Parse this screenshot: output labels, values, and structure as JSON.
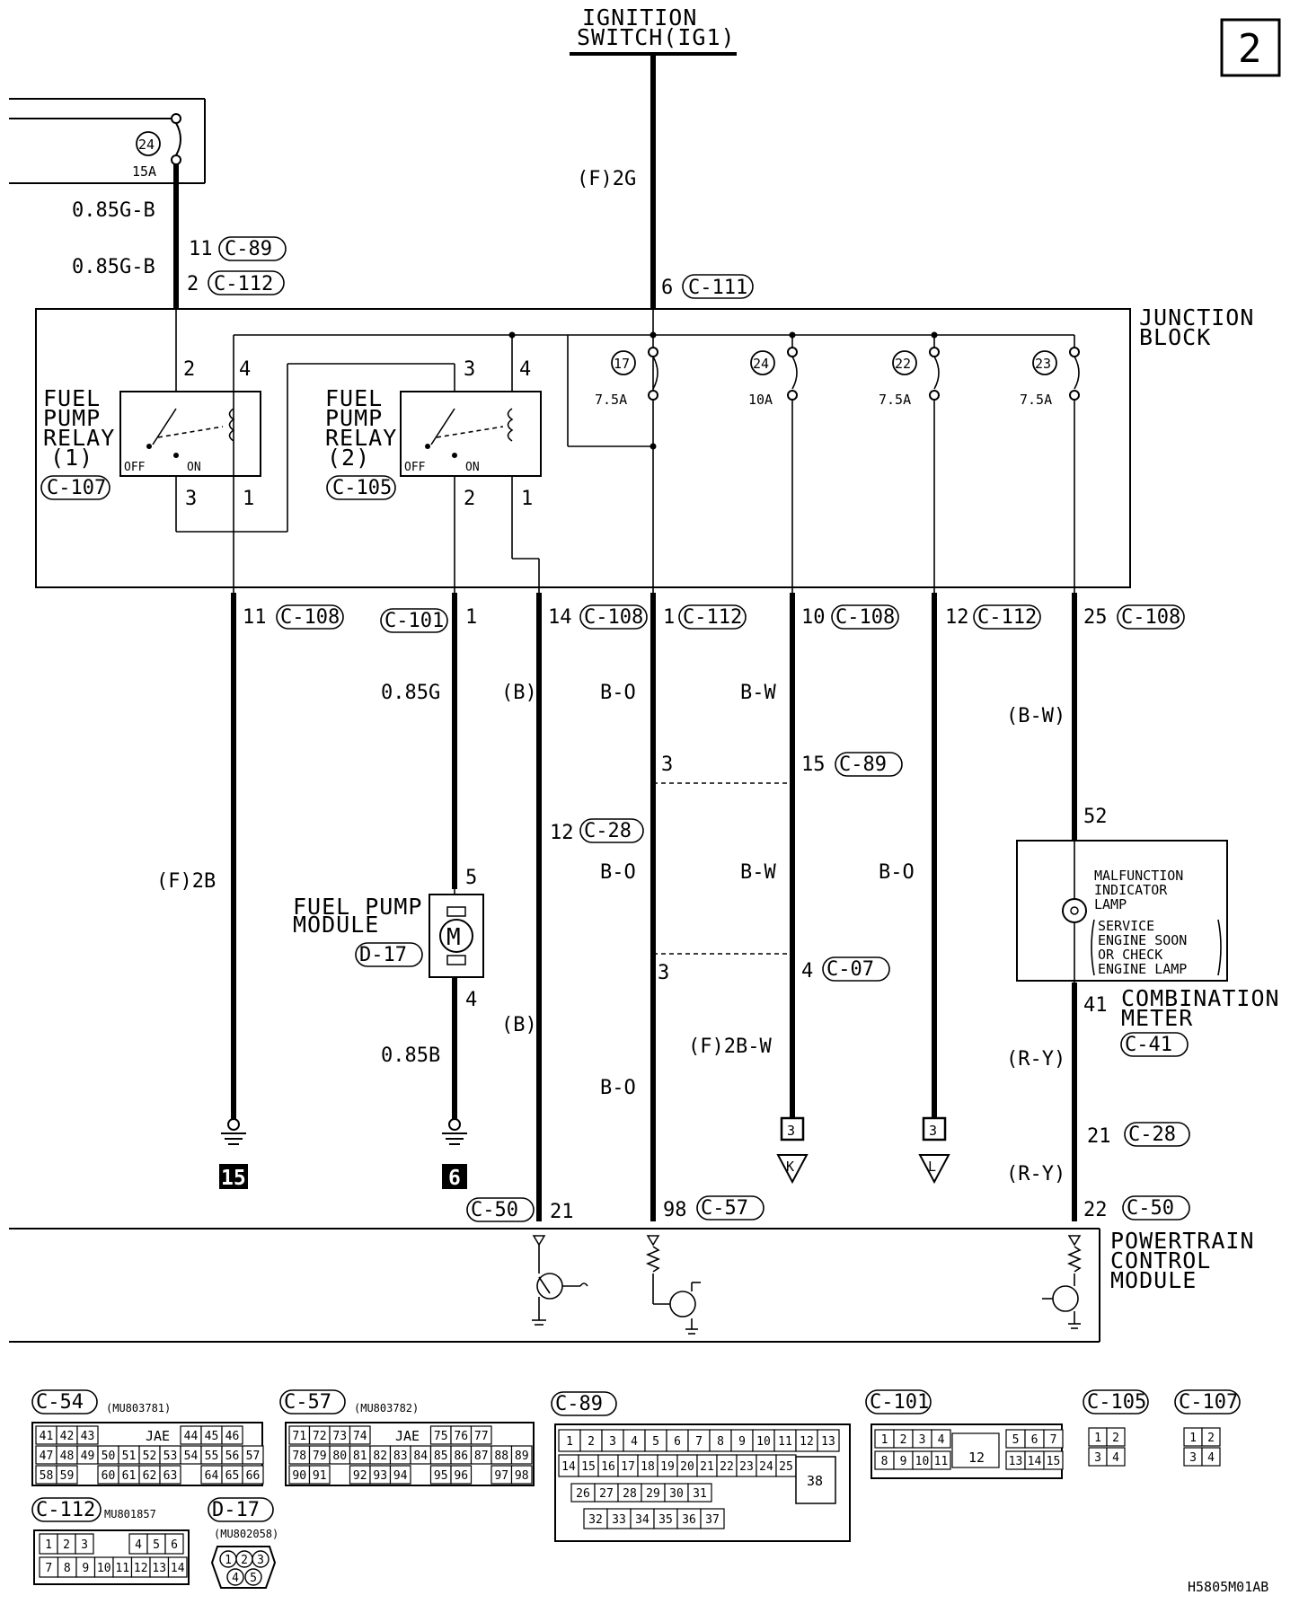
{
  "page_number": "2",
  "ignition": {
    "line1": "IGNITION",
    "line2": "SWITCH(IG1)",
    "wire": "(F)2G",
    "pin": "6",
    "conn": "C-111"
  },
  "top_fuse": {
    "num": "24",
    "rating": "15A",
    "wire1": "0.85G-B",
    "wire2": "0.85G-B",
    "pin1": "11",
    "conn1": "C-89",
    "pin2": "2",
    "conn2": "C-112"
  },
  "junction_block": {
    "line1": "JUNCTION",
    "line2": "BLOCK"
  },
  "relay1": {
    "l1": "FUEL",
    "l2": "PUMP",
    "l3": "RELAY",
    "l4": "(1)",
    "conn": "C-107",
    "off": "OFF",
    "on": "ON",
    "p_top_left": "2",
    "p_top_right": "4",
    "p_bot_left": "3",
    "p_bot_right": "1"
  },
  "relay2": {
    "l1": "FUEL",
    "l2": "PUMP",
    "l3": "RELAY",
    "l4": "(2)",
    "conn": "C-105",
    "off": "OFF",
    "on": "ON",
    "p_top_left": "3",
    "p_top_right": "4",
    "p_bot_left": "2",
    "p_bot_right": "1"
  },
  "fuses": [
    {
      "num": "17",
      "rating": "7.5A"
    },
    {
      "num": "24",
      "rating": "10A"
    },
    {
      "num": "22",
      "rating": "7.5A"
    },
    {
      "num": "23",
      "rating": "7.5A"
    }
  ],
  "jb_outputs": [
    {
      "pin": "11",
      "conn": "C-108"
    },
    {
      "pin": "1",
      "conn": "C-101"
    },
    {
      "pin": "14",
      "conn": "C-108"
    },
    {
      "pin": "1",
      "conn": "C-112"
    },
    {
      "pin": "10",
      "conn": "C-108"
    },
    {
      "pin": "12",
      "conn": "C-112"
    },
    {
      "pin": "25",
      "conn": "C-108"
    }
  ],
  "wires": {
    "w_085g": "0.85G",
    "w_b1": "(B)",
    "w_bo1": "B-O",
    "w_bw1": "B-W",
    "w_bw_meter": "(B-W)",
    "w_f2b": "(F)2B",
    "w_bo2": "B-O",
    "w_bw2": "B-W",
    "w_bo3": "B-O",
    "w_b2": "(B)",
    "w_085b": "0.85B",
    "w_f2bw": "(F)2B-W",
    "w_bo4": "B-O",
    "w_ry1": "(R-Y)",
    "w_ry2": "(R-Y)"
  },
  "c89_mid": {
    "left_pin": "3",
    "right_pin": "15",
    "conn": "C-89"
  },
  "c28_mid": {
    "pin": "12",
    "conn": "C-28"
  },
  "c07_mid": {
    "left_pin": "3",
    "right_pin": "4",
    "conn": "C-07"
  },
  "fuel_pump_module": {
    "l1": "FUEL PUMP",
    "l2": "MODULE",
    "conn": "D-17",
    "pin_top": "5",
    "pin_bot": "4",
    "motor": "M"
  },
  "meter": {
    "pin_in": "52",
    "lamp_l1": "MALFUNCTION",
    "lamp_l2": "INDICATOR",
    "lamp_l3": "LAMP",
    "note1": "SERVICE",
    "note2": "ENGINE SOON",
    "note3": "OR CHECK",
    "note4": "ENGINE LAMP",
    "pin_out": "41",
    "name1": "COMBINATION",
    "name2": "METER",
    "conn": "C-41"
  },
  "c28_right": {
    "pin": "21",
    "conn": "C-28"
  },
  "grounds": [
    {
      "label": "15"
    },
    {
      "label": "6"
    }
  ],
  "tags": [
    {
      "num": "3",
      "letter": "K"
    },
    {
      "num": "3",
      "letter": "L"
    }
  ],
  "pcm": {
    "l1": "POWERTRAIN",
    "l2": "CONTROL",
    "l3": "MODULE",
    "pin_a": "21",
    "conn_a": "C-50",
    "pin_b": "98",
    "conn_b": "C-57",
    "pin_c": "22",
    "conn_c": "C-50"
  },
  "connectors": {
    "c54": {
      "name": "C-54",
      "part": "(MU803781)",
      "brand": "JAE",
      "row1": [
        "41",
        "42",
        "43",
        "",
        "",
        "",
        "",
        "44",
        "45",
        "46"
      ],
      "row2": [
        "47",
        "48",
        "49",
        "50",
        "51",
        "52",
        "53",
        "54",
        "55",
        "56",
        "57"
      ],
      "row3": [
        "58",
        "59",
        "",
        "60",
        "61",
        "62",
        "63",
        "",
        "64",
        "65",
        "66"
      ]
    },
    "c57": {
      "name": "C-57",
      "part": "(MU803782)",
      "brand": "JAE",
      "row1": [
        "71",
        "72",
        "73",
        "74",
        "",
        "",
        "",
        "75",
        "76",
        "77"
      ],
      "row2": [
        "78",
        "79",
        "80",
        "81",
        "82",
        "83",
        "84",
        "85",
        "86",
        "87",
        "88",
        "89"
      ],
      "row3": [
        "90",
        "91",
        "",
        "92",
        "93",
        "94",
        "",
        "95",
        "96",
        "",
        "97",
        "98"
      ]
    },
    "c89": {
      "name": "C-89",
      "row1": [
        "1",
        "2",
        "3",
        "4",
        "5",
        "6",
        "7",
        "8",
        "9",
        "10",
        "11",
        "12",
        "13"
      ],
      "row2": [
        "14",
        "15",
        "16",
        "17",
        "18",
        "19",
        "20",
        "21",
        "22",
        "23",
        "24",
        "25"
      ],
      "row3": [
        "26",
        "27",
        "28",
        "29",
        "30",
        "31"
      ],
      "row4": [
        "32",
        "33",
        "34",
        "35",
        "36",
        "37"
      ],
      "big": "38"
    },
    "c101": {
      "name": "C-101",
      "row1": [
        "1",
        "2",
        "3",
        "4",
        "5",
        "6",
        "7"
      ],
      "row2": [
        "8",
        "9",
        "10",
        "11",
        "13",
        "14",
        "15"
      ],
      "mid": "12"
    },
    "c105": {
      "name": "C-105",
      "cells": [
        "1",
        "2",
        "3",
        "4"
      ]
    },
    "c107": {
      "name": "C-107",
      "cells": [
        "1",
        "2",
        "3",
        "4"
      ]
    },
    "c112": {
      "name": "C-112",
      "part": "MU801857",
      "row1": [
        "1",
        "2",
        "3",
        "4",
        "5",
        "6"
      ],
      "row2": [
        "7",
        "8",
        "9",
        "10",
        "11",
        "12",
        "13",
        "14"
      ]
    },
    "d17": {
      "name": "D-17",
      "part": "(MU802058)",
      "cells": [
        "1",
        "2",
        "3",
        "4",
        "5"
      ]
    }
  },
  "footer_code": "H5805M01AB"
}
